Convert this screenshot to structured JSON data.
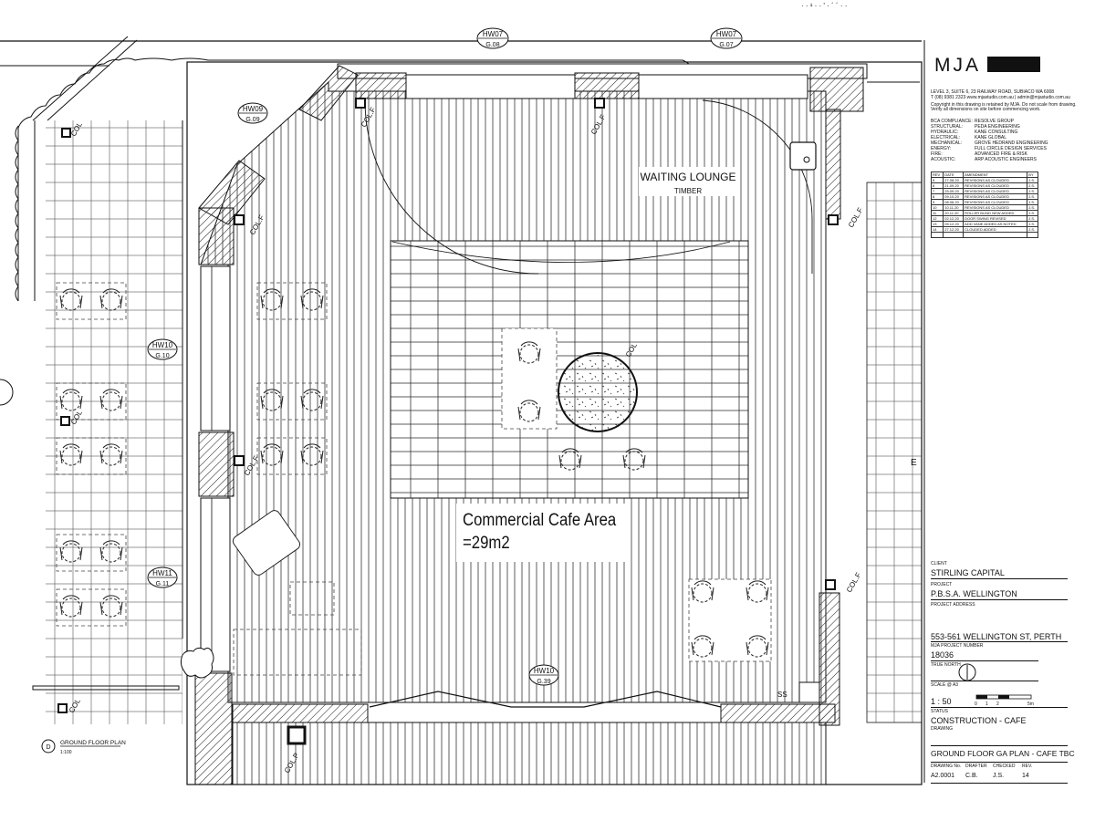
{
  "header": {
    "scan_mark": "· · ¹ · · ' · ´ ´ · ·"
  },
  "plan": {
    "waiting_lounge": "WAITING LOUNGE",
    "timber": "TIMBER",
    "cafe_area_line1": "Commercial Cafe Area",
    "cafe_area_line2": "=29m2",
    "col": "COL",
    "col_f": "COL.F",
    "col_p": "COL.P",
    "ss": "SS",
    "grid_partial_letter": "E",
    "drawing_ref": "D",
    "drawing_title": "GROUND FLOOR PLAN",
    "drawing_scale": "1:100"
  },
  "windows": [
    {
      "tag": "HW07",
      "ref": "G.08"
    },
    {
      "tag": "HW07",
      "ref": "G.07"
    },
    {
      "tag": "HW09",
      "ref": "G.09"
    },
    {
      "tag": "HW10",
      "ref": "G.10"
    },
    {
      "tag": "HW11",
      "ref": "G.11"
    },
    {
      "tag": "HW10",
      "ref": "G.39"
    }
  ],
  "title_block": {
    "logo": "MJA",
    "address_lines": [
      "LEVEL 3, SUITE 6, 23 RAILWAY ROAD, SUBIACO WA 6008",
      "T (08) 9381 2323  www.mjastudio.com.au  |  admin@mjastudio.com.au",
      "Copyright in this drawing is retained by MJA. Do not scale from drawing.",
      "Verify all dimensions on site before commencing work."
    ],
    "consultants": [
      {
        "role": "BCA COMPLIANCE:",
        "name": "RESOLVE GROUP"
      },
      {
        "role": "STRUCTURAL:",
        "name": "PEDA ENGINEERING"
      },
      {
        "role": "HYDRAULIC:",
        "name": "KANE CONSULTING"
      },
      {
        "role": "ELECTRICAL:",
        "name": "KANE GLOBAL"
      },
      {
        "role": "MECHANICAL:",
        "name": "GROVE HEDRAND ENGINEERING"
      },
      {
        "role": "ENERGY:",
        "name": "FULL CIRCLE DESIGN SERVICES"
      },
      {
        "role": "FIRE:",
        "name": "ADVANCED FIRE & RISK"
      },
      {
        "role": "ACOUSTIC:",
        "name": "ARP ACOUSTIC ENGINEERS"
      }
    ],
    "amendments_header": [
      "REV",
      "DATE",
      "AMENDMENT",
      "BY"
    ],
    "amendments": [
      [
        "5",
        "27.08.20",
        "REVISIONS AS CLOUDED",
        "J.S."
      ],
      [
        "6",
        "21.09.20",
        "REVISIONS AS CLOUDED",
        "J.S."
      ],
      [
        "7",
        "25.09.20",
        "REVISIONS AS CLOUDED",
        "J.S."
      ],
      [
        "8",
        "09.10.20",
        "REVISIONS AS CLOUDED",
        "J.S."
      ],
      [
        "9",
        "08.06.20",
        "REVISIONS AS CLOUDED",
        "J.S."
      ],
      [
        "10",
        "10.11.20",
        "REVISIONS AS CLOUDED",
        "J.S."
      ],
      [
        "11",
        "20.11.20",
        "ROLLER BLIND NEW ADDED",
        "J.S."
      ],
      [
        "12",
        "02.12.20",
        "DOOR SWING REVISED",
        "J.S."
      ],
      [
        "13",
        "05.12.20",
        "ADD VANE ADDED AS NOTED",
        "J.S."
      ],
      [
        "14",
        "27.12.20",
        "CLOUDED ADDED",
        "J.S."
      ]
    ],
    "client_label": "CLIENT",
    "client": "STIRLING CAPITAL",
    "project_label": "PROJECT",
    "project": "P.B.S.A. WELLINGTON",
    "project_address_label": "PROJECT ADDRESS",
    "project_address": "553-561 WELLINGTON ST, PERTH",
    "project_number_label": "MJA PROJECT NUMBER",
    "project_number": "18036",
    "north_label": "TRUE NORTH",
    "scale_label": "SCALE @ A3",
    "scale": "1 : 50",
    "scale_bar_ticks": [
      "0",
      "1",
      "2",
      "5m"
    ],
    "status_label": "STATUS",
    "status": "CONSTRUCTION - CAFE",
    "drawing_label": "DRAWING",
    "drawing_title": "GROUND FLOOR GA PLAN - CAFE TBC",
    "footer_headers": [
      "DRAWING No.",
      "DRAFTER",
      "CHECKED",
      "REV."
    ],
    "footer_values": [
      "A2.0001",
      "C.B.",
      "J.S.",
      "14"
    ]
  }
}
